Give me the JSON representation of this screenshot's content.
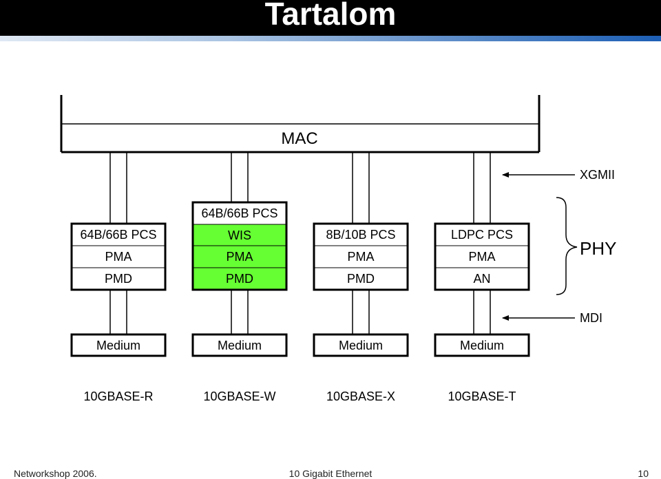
{
  "title": "Tartalom",
  "mac_label": "MAC",
  "xgmii_label": "XGMII",
  "phy_label": "PHY",
  "mdi_label": "MDI",
  "columns": [
    {
      "layers": [
        "64B/66B PCS",
        "PMA",
        "PMD"
      ],
      "medium": "Medium",
      "standard": "10GBASE-R",
      "highlight": false
    },
    {
      "layers": [
        "64B/66B PCS",
        "WIS",
        "PMA",
        "PMD"
      ],
      "medium": "Medium",
      "standard": "10GBASE-W",
      "highlight": true
    },
    {
      "layers": [
        "8B/10B PCS",
        "PMA",
        "PMD"
      ],
      "medium": "Medium",
      "standard": "10GBASE-X",
      "highlight": false
    },
    {
      "layers": [
        "LDPC PCS",
        "PMA",
        "AN"
      ],
      "medium": "Medium",
      "standard": "10GBASE-T",
      "highlight": false
    }
  ],
  "highlight_color": "#66ff33",
  "footer": {
    "left": "Networkshop 2006.",
    "center": "10 Gigabit Ethernet",
    "page": "10"
  }
}
